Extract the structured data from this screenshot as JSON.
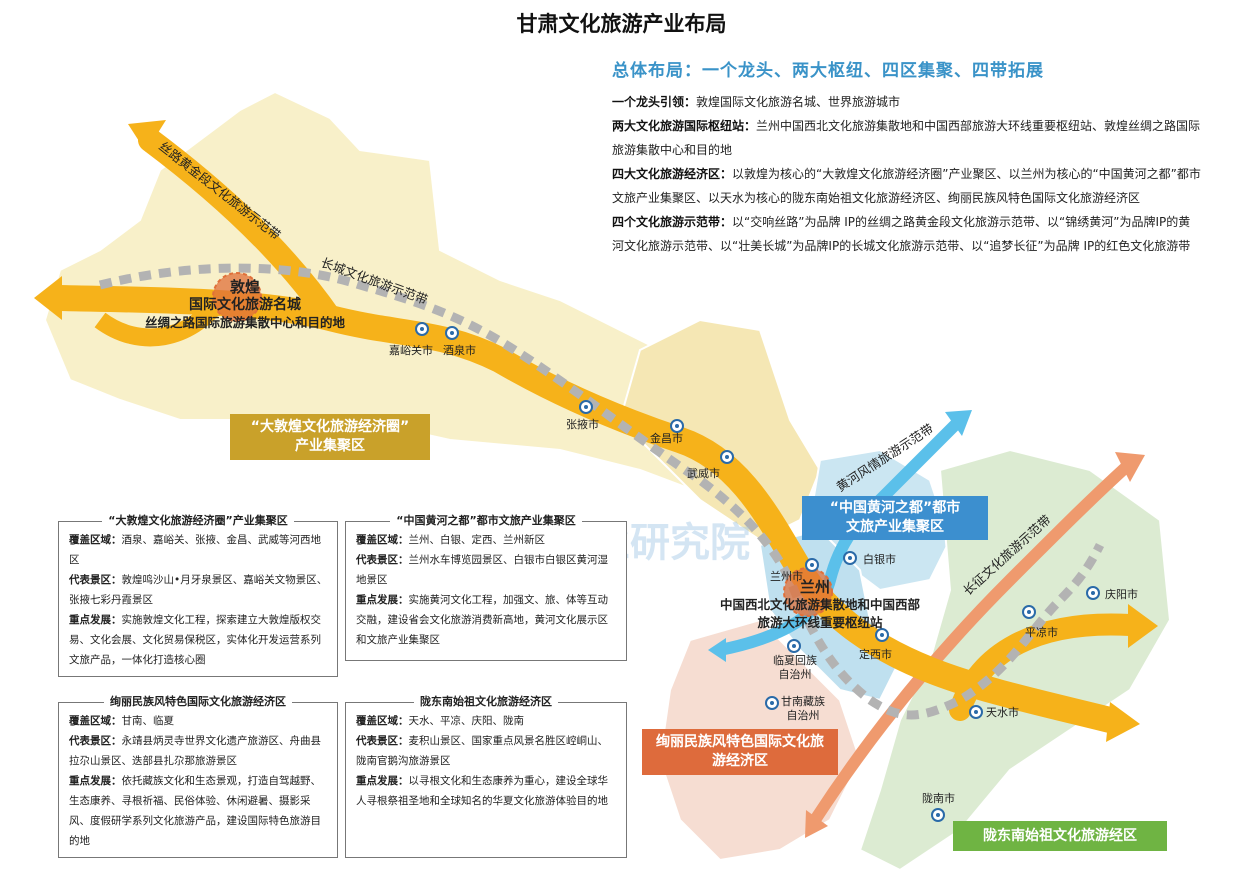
{
  "title": "甘肃文化旅游产业布局",
  "overview": {
    "heading": "总体布局：一个龙头、两大枢纽、四区集聚、四带拓展",
    "items": [
      {
        "label": "一个龙头引领：",
        "text": "敦煌国际文化旅游名城、世界旅游城市"
      },
      {
        "label": "两大文化旅游国际枢纽站：",
        "text": "兰州中国西北文化旅游集散地和中国西部旅游大环线重要枢纽站、敦煌丝绸之路国际旅游集散中心和目的地"
      },
      {
        "label": "四大文化旅游经济区：",
        "text": "以敦煌为核心的“大敦煌文化旅游经济圈”产业聚区、以兰州为核心的“中国黄河之都”都市文旅产业集聚区、以天水为核心的陇东南始祖文化旅游经济区、绚丽民族风特色国际文化旅游经济区"
      },
      {
        "label": "四个文化旅游示范带：",
        "text": "以“交响丝路”为品牌 IP的丝绸之路黄金段文化旅游示范带、以“锦绣黄河”为品牌IP的黄河文化旅游示范带、以“壮美长城”为品牌IP的长城文化旅游示范带、以“追梦长征”为品牌 IP的红色文化旅游带"
      }
    ]
  },
  "map": {
    "dunhuang": {
      "name": "敦煌",
      "line1": "国际文化旅游名城",
      "line2": "丝绸之路国际旅游集散中心和目的地"
    },
    "lanzhou": {
      "name": "兰州",
      "line1": "中国西北文化旅游集散地和中国西部",
      "line2": "旅游大环线重要枢纽站"
    },
    "bands": {
      "silk_road": "丝路黄金段文化旅游示范带",
      "great_wall_west": "长城文化旅游示范带",
      "yellow_river": "黄河风情旅游示范带",
      "great_wall_east": "长征文化旅游示范带"
    },
    "cities": {
      "jiayuguan": "嘉峪关市",
      "jiuquan": "酒泉市",
      "zhangye": "张掖市",
      "jinchang": "金昌市",
      "wuwei": "武威市",
      "baiyin": "白银市",
      "lanzhou_city": "兰州市",
      "linxia": "临夏回族自治州",
      "dingxi": "定西市",
      "gannan": "甘南藏族自治州",
      "tianshui": "天水市",
      "pingliang": "平凉市",
      "qingyang": "庆阳市",
      "longnan": "陇南市"
    },
    "watermark": "华高产业研究院",
    "zones": {
      "dunhuang_zone": {
        "line1": "“大敦煌文化旅游经济圈”",
        "line2": "产业集聚区"
      },
      "yellow_river_zone": {
        "line1": "“中国黄河之都”都市",
        "line2": "文旅产业集聚区"
      },
      "ethnic_zone": {
        "line1": "绚丽民族风特色国际文化旅",
        "line2": "游经济区"
      },
      "longdongnan_zone": {
        "line1": "陇东南始祖文化旅游经区"
      }
    }
  },
  "panels": [
    {
      "title": "“大敦煌文化旅游经济圈”产业集聚区",
      "rows": [
        {
          "label": "覆盖区域：",
          "text": "酒泉、嘉峪关、张掖、金昌、武威等河西地区"
        },
        {
          "label": "代表景区：",
          "text": "敦煌鸣沙山•月牙泉景区、嘉峪关文物景区、张掖七彩丹霞景区"
        },
        {
          "label": "重点发展：",
          "text": "实施敦煌文化工程，探索建立大敦煌版权交易、文化会展、文化贸易保税区，实体化开发运营系列文旅产品，一体化打造核心圈"
        }
      ]
    },
    {
      "title": "“中国黄河之都”都市文旅产业集聚区",
      "rows": [
        {
          "label": "覆盖区域：",
          "text": "兰州、白银、定西、兰州新区"
        },
        {
          "label": "代表景区：",
          "text": "兰州水车博览园景区、白银市白银区黄河湿地景区"
        },
        {
          "label": "重点发展：",
          "text": "实施黄河文化工程，加强文、旅、体等互动交融，建设省会文化旅游消费新高地，黄河文化展示区和文旅产业集聚区"
        }
      ]
    },
    {
      "title": "绚丽民族风特色国际文化旅游经济区",
      "rows": [
        {
          "label": "覆盖区域：",
          "text": "甘南、临夏"
        },
        {
          "label": "代表景区：",
          "text": "永靖县炳灵寺世界文化遗产旅游区、舟曲县拉尕山景区、迭部县扎尕那旅游景区"
        },
        {
          "label": "重点发展：",
          "text": "依托藏族文化和生态景观，打造自驾越野、生态康养、寻根祈福、民俗体验、休闲避暑、摄影采风、度假研学系列文化旅游产品，建设国际特色旅游目的地"
        }
      ]
    },
    {
      "title": "陇东南始祖文化旅游经济区",
      "rows": [
        {
          "label": "覆盖区域：",
          "text": "天水、平凉、庆阳、陇南"
        },
        {
          "label": "代表景区：",
          "text": "麦积山景区、国家重点风景名胜区崆峒山、陇南官鹅沟旅游景区"
        },
        {
          "label": "重点发展：",
          "text": "以寻根文化和生态康养为重心，建设全球华人寻根祭祖圣地和全球知名的华夏文化旅游体验目的地"
        }
      ]
    }
  ],
  "colors": {
    "silk_band": "#f6b21a",
    "great_wall": "#b0b0b0",
    "yellow_river": "#5bc0ea",
    "red_band": "#ef9a6e",
    "hub": "#e0703a",
    "dunhuang_zone": "#c9a12a",
    "yellow_river_zone": "#3c8fcf",
    "ethnic_zone": "#de6b3c",
    "longdongnan_zone": "#6fb443"
  }
}
